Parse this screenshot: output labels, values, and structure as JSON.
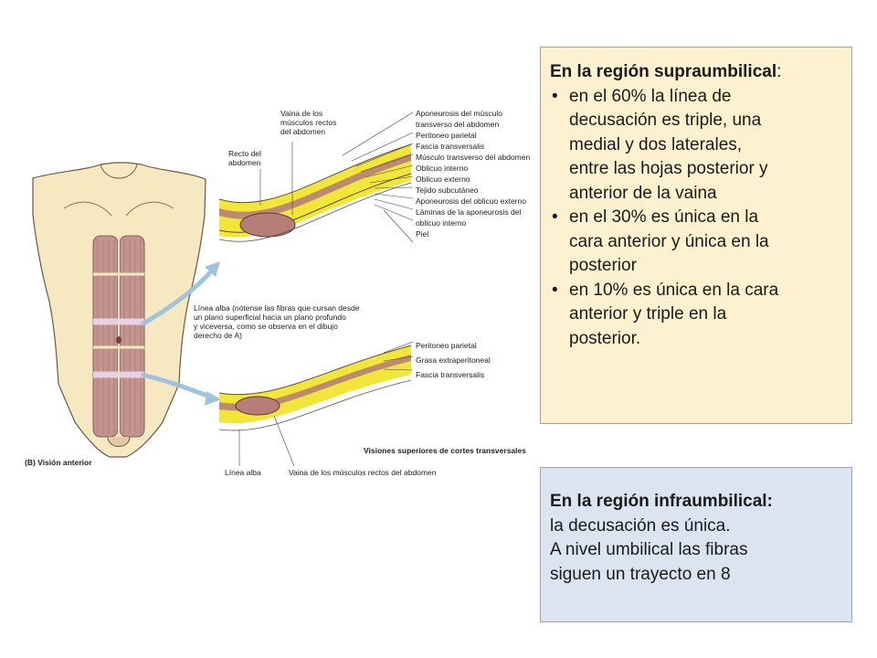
{
  "figure": {
    "caption": "(B) Visión anterior",
    "section_title": "Visiones superiores de cortes transversales",
    "labels_top_left": {
      "vaina": [
        "Vaina de los",
        "músculos rectos",
        "del abdomen"
      ],
      "recto": [
        "Recto del",
        "abdomen"
      ]
    },
    "labels_top_right": [
      "Aponeurosis del músculo",
      "transverso del abdomen",
      "Peritoneo parietal",
      "Fascia transversalis",
      "Músculo transverso del abdomen",
      "Oblicuo interno",
      "Oblicuo externo",
      "Tejido subcutáneo",
      "Aponeurosis del oblicuo externo",
      "Láminas de la aponeurosis del",
      "oblicuo interno",
      "Piel"
    ],
    "linea_alba_note": [
      "Línea alba (nótense las fibras que cursan desde",
      "un plano superficial hacia un plano profundo",
      "y viceversa, como se observa en el dibujo",
      "derecho de A)"
    ],
    "labels_bottom_right": [
      "Peritoneo parietal",
      "Grasa extraperitoneal",
      "Fascia transversalis"
    ],
    "bottom_labels": {
      "linea_alba": "Línea alba",
      "vaina": "Vaina de los músculos rectos del abdomen"
    }
  },
  "supra": {
    "heading": "En la región supraumbilical",
    "colon": ":",
    "bullets": [
      [
        "en el 60% la línea de",
        "decusación es triple, una",
        "medial y dos laterales,",
        "entre las hojas posterior y",
        "anterior de la vaina"
      ],
      [
        "en el 30% es única en la",
        "cara anterior y única en la",
        "posterior"
      ],
      [
        "en 10% es única en la cara",
        "anterior y triple en la",
        "posterior."
      ]
    ]
  },
  "infra": {
    "heading": "En la región infraumbilical:",
    "lines": [
      "la decusación es única.",
      "A nivel umbilical las fibras",
      "siguen un trayecto en 8"
    ]
  },
  "colors": {
    "supra_bg": "#fdf1cf",
    "infra_bg": "#dce4f1",
    "skin": "#f6e9c2",
    "fat": "#f2e63a",
    "muscle": "#b77e78",
    "arrow": "#9fc3dc"
  }
}
